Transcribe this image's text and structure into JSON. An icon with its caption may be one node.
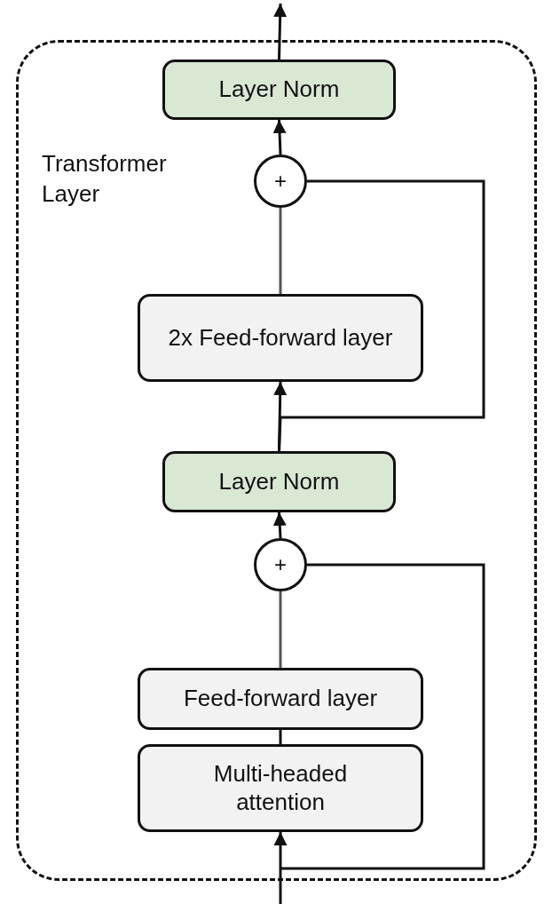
{
  "diagram": {
    "nodes": [
      {
        "text": [
          "Transformer Layer"
        ]
      },
      {
        "text": [
          "Layer Norm"
        ],
        "in": 0
      },
      {
        "text": [
          "+"
        ],
        "in": 0
      },
      {
        "text": [
          "2x Feed-forward layer"
        ],
        "in": 0
      },
      {
        "text": [
          "Layer Norm"
        ],
        "in": 0
      },
      {
        "text": [
          "+"
        ],
        "in": 0
      },
      {
        "text": [
          "Feed-forward layer"
        ],
        "in": 0
      },
      {
        "text": [
          "Multi-headed attention"
        ],
        "in": 0
      }
    ],
    "edges": [
      {
        "from": null,
        "to": 7,
        "arrow": "to"
      },
      {
        "from": null,
        "to": 5,
        "arrow": "none"
      },
      {
        "from": 7,
        "to": 6,
        "arrow": "none"
      },
      {
        "from": 6,
        "to": 5,
        "arrow": "none",
        "color": "#555555"
      },
      {
        "from": 5,
        "to": 4,
        "arrow": "to"
      },
      {
        "from": 4,
        "to": 3,
        "arrow": "to"
      },
      {
        "from": 4,
        "to": 2,
        "arrow": "none"
      },
      {
        "from": 3,
        "to": 2,
        "arrow": "none",
        "color": "#555555"
      },
      {
        "from": 2,
        "to": 1,
        "arrow": "to"
      },
      {
        "from": 1,
        "to": null,
        "arrow": "to"
      }
    ]
  }
}
